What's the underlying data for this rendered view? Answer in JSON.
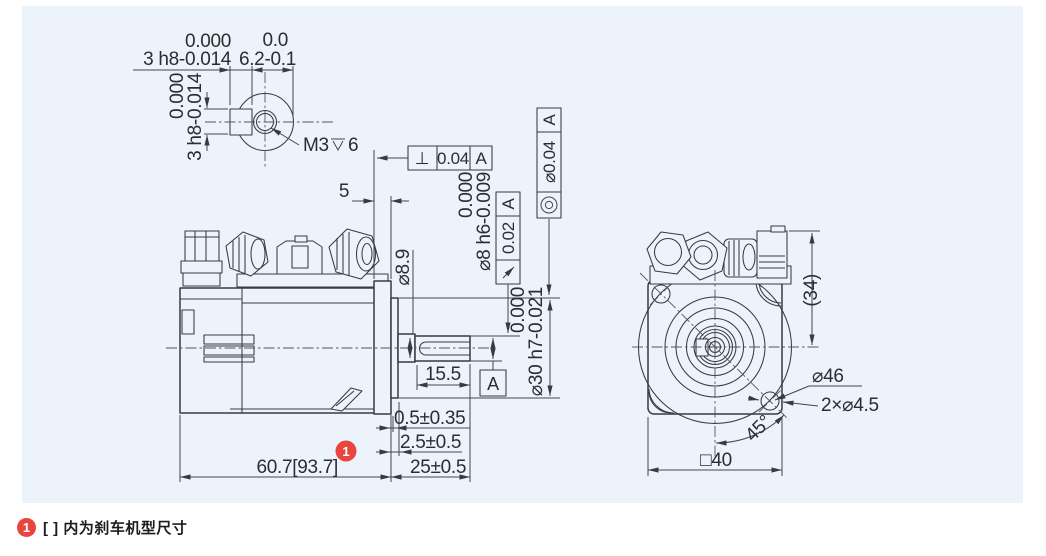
{
  "colors": {
    "panel_bg": "#edf3fa",
    "line": "#3a3a40",
    "accent_red": "#e8453f"
  },
  "detail": {
    "key_width_h": {
      "upper": "0.000",
      "main": "3 h8-0.014"
    },
    "key_depth": {
      "upper": "0.0",
      "main": "6.2-0.1"
    },
    "key_width_v": {
      "upper": "0.000",
      "main": "3 h8-0.014"
    },
    "thread": {
      "prefix": "M3",
      "depth": "6",
      "symbol_name": "depth-symbol"
    }
  },
  "side": {
    "flange_thickness": "5",
    "perp": {
      "symbol": "⊥",
      "value": "0.04",
      "datum": "A"
    },
    "step_dia": "⌀8.9",
    "shaft_dia": {
      "upper": "0.000",
      "main": "⌀8 h6-0.009"
    },
    "runout": {
      "symbol_name": "circular-runout",
      "value": "0.02",
      "datum": "A"
    },
    "conc": {
      "symbol_name": "concentricity",
      "value": "⌀0.04",
      "datum": "A"
    },
    "pilot_dia": {
      "upper": "0.000",
      "main": "⌀30 h7-0.021"
    },
    "key_len": "15.5",
    "datum_a": "A",
    "gap": "0.5±0.35",
    "step_len": "2.5±0.5",
    "shaft_len": "25±0.5",
    "body_len": "60.7[93.7]",
    "badge": "1"
  },
  "front": {
    "height_34": "(34)",
    "bolt_circle": "⌀46",
    "holes": "2×⌀4.5",
    "angle": "45°",
    "square": "□40"
  },
  "note": {
    "badge": "1",
    "text": "[ ] 内为刹车机型尺寸"
  }
}
